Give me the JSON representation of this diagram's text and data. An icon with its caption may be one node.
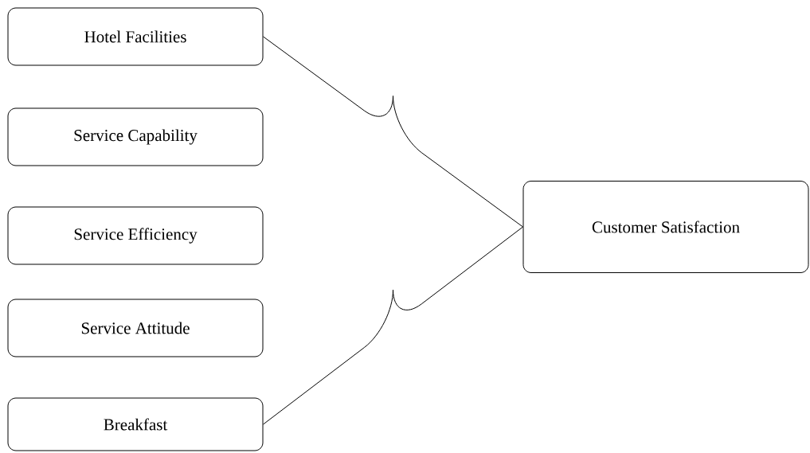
{
  "diagram": {
    "nodes": [
      {
        "text": [
          "Hotel Facilities"
        ]
      },
      {
        "text": [
          "Service Capability"
        ]
      },
      {
        "text": [
          "Service Efficiency"
        ]
      },
      {
        "text": [
          "Service Attitude"
        ]
      },
      {
        "text": [
          "Breakfast"
        ]
      },
      {
        "text": [
          "Customer Satisfaction"
        ]
      }
    ],
    "edges": [
      {
        "from": 0,
        "to": 5,
        "arrow": "none"
      },
      {
        "from": 4,
        "to": 5,
        "arrow": "none"
      }
    ]
  }
}
